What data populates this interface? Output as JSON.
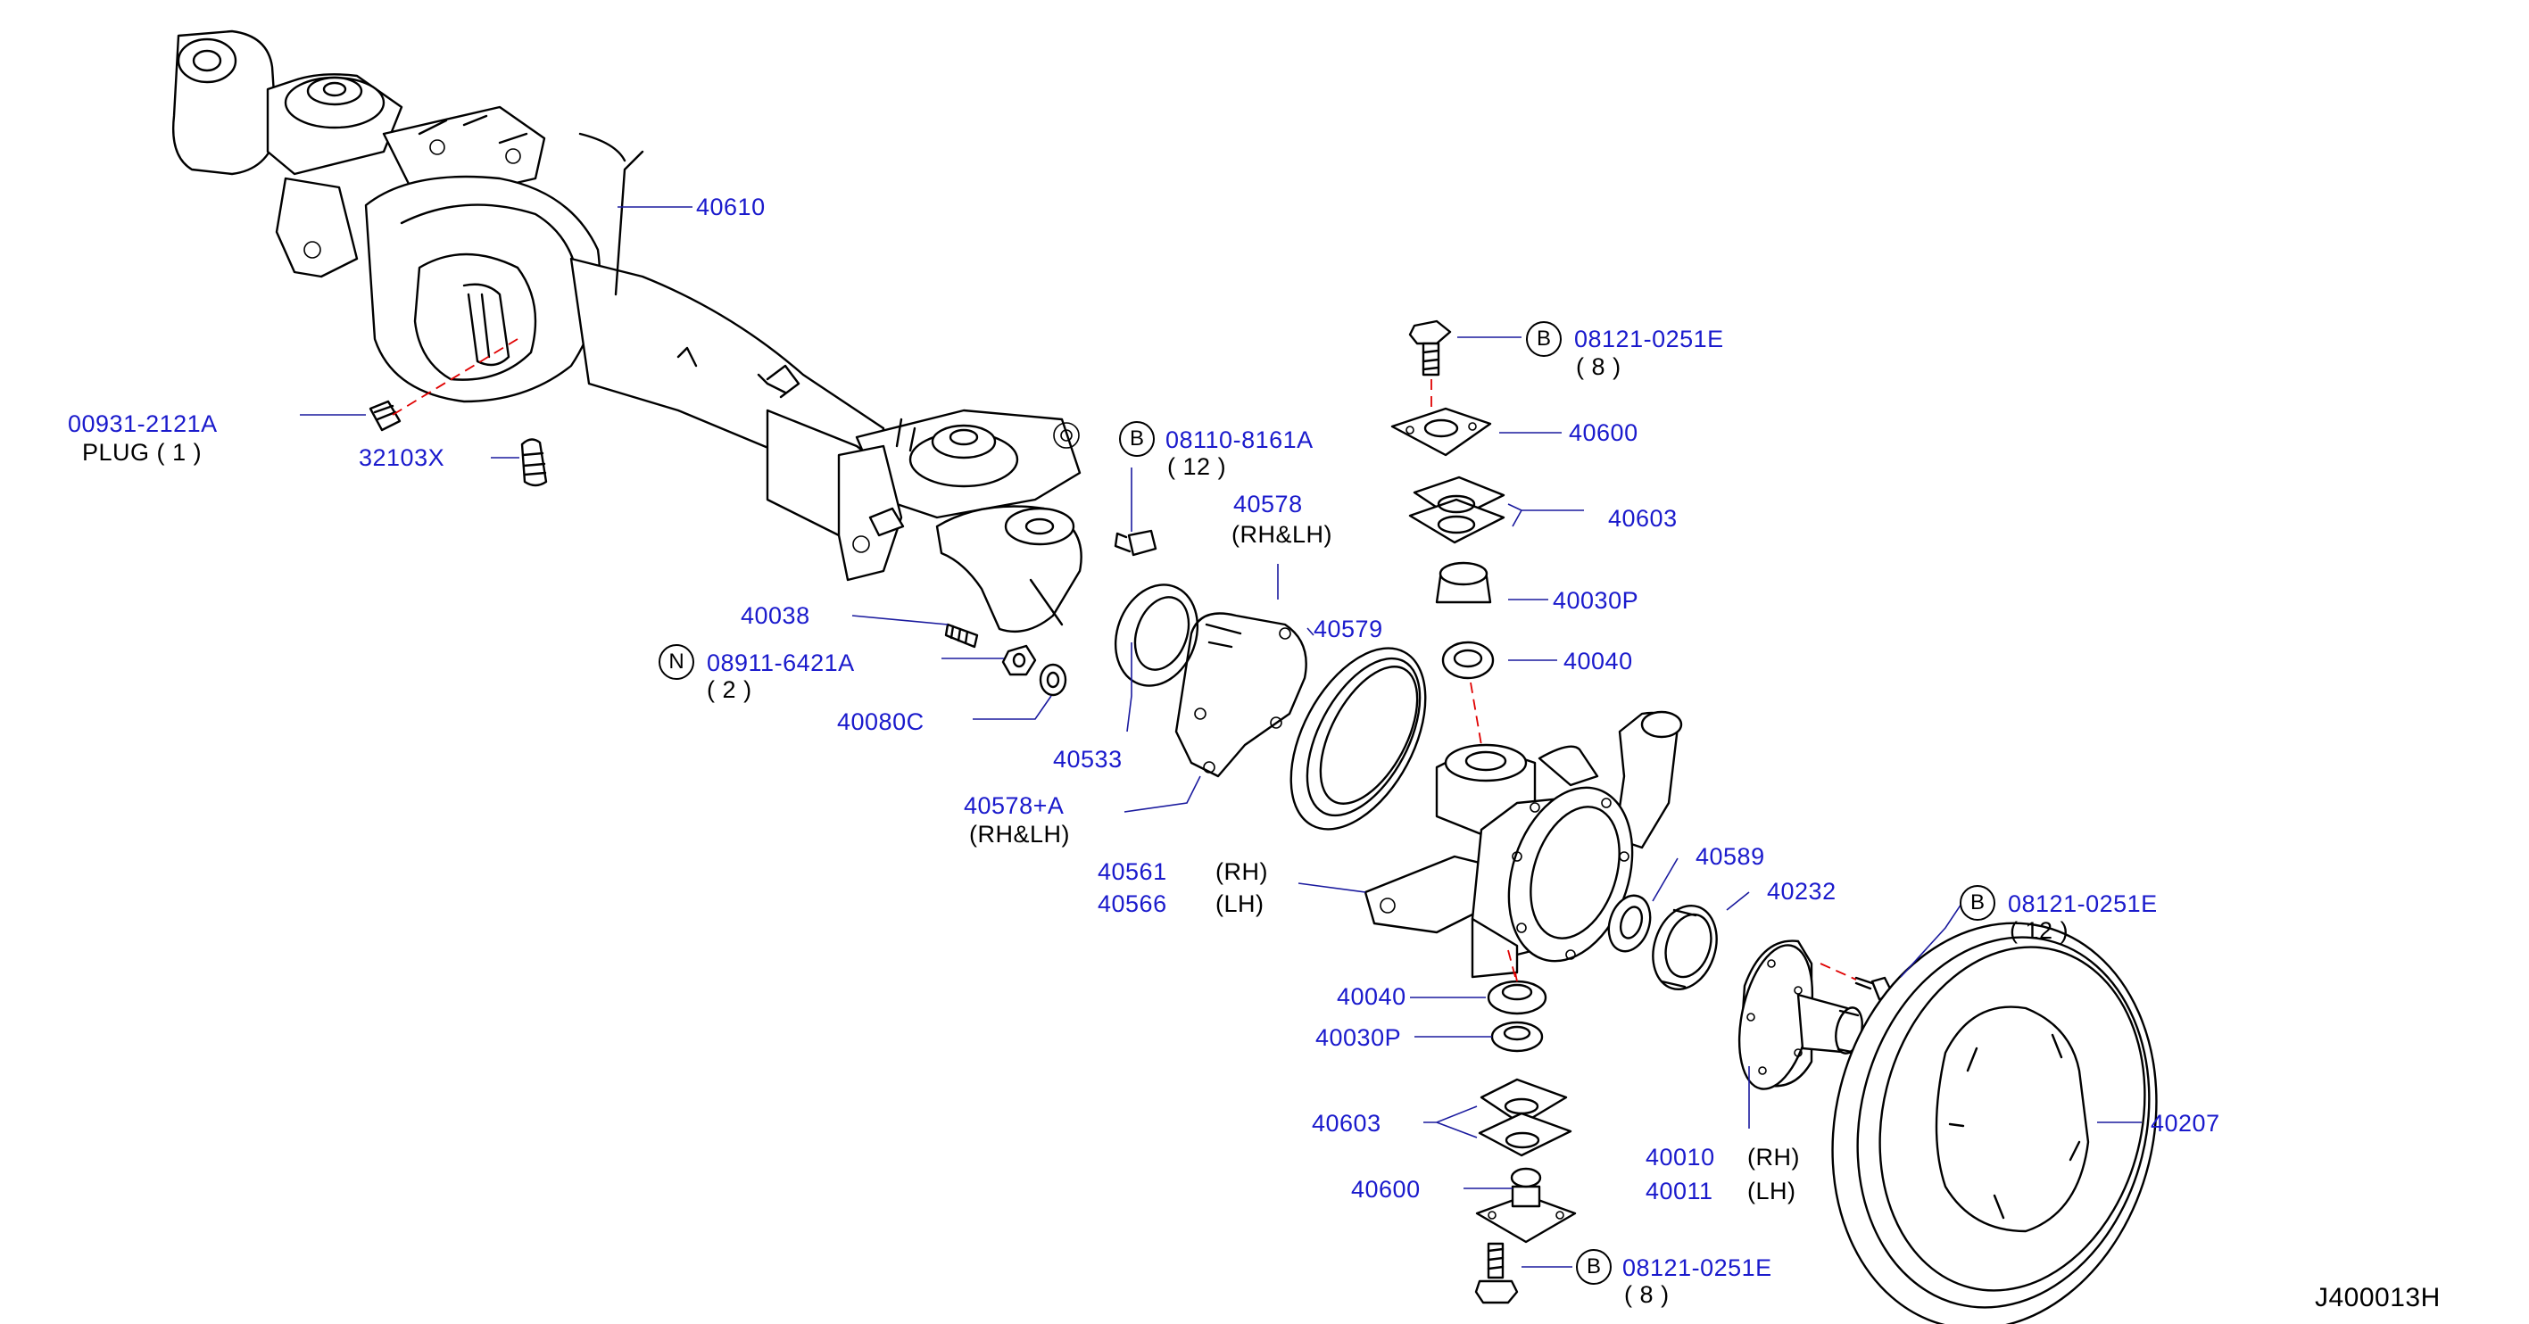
{
  "diagram_id": "J400013H",
  "qty_open": "(",
  "qty_close": ")",
  "badges": {
    "bolt": "B",
    "nut": "N"
  },
  "callouts": {
    "axle_housing": "40610",
    "plug_part": "00931-2121A",
    "plug_desc": "PLUG",
    "plug_qty": "1",
    "breather": "32103X",
    "spindle_bolt": "08110-8161A",
    "spindle_bolt_qty": "12",
    "gasket_40578": "40578",
    "gasket_40578_side": "(RH&LH)",
    "gasket_40578a": "40578+A",
    "gasket_40578a_side": "(RH&LH)",
    "seal_40579": "40579",
    "seal_40533": "40533",
    "stud_40038": "40038",
    "nut_part": "08911-6421A",
    "nut_qty": "2",
    "washer_40080c": "40080C",
    "knuckle_rh": "40561",
    "knuckle_rh_side": "(RH)",
    "knuckle_lh": "40566",
    "knuckle_lh_side": "(LH)",
    "top_bolt": "08121-0251E",
    "top_bolt_qty": "8",
    "top_cap_40600": "40600",
    "top_shim_40603": "40603",
    "top_bearing_40030p": "40030P",
    "top_seal_40040": "40040",
    "bearing_40589": "40589",
    "bearing_40232": "40232",
    "hub_bolt": "08121-0251E",
    "hub_bolt_qty": "12",
    "bottom_seal_40040": "40040",
    "bottom_bearing_40030p": "40030P",
    "bottom_shim_40603": "40603",
    "bottom_cap_40600": "40600",
    "bottom_bolt": "08121-0251E",
    "bottom_bolt_qty": "8",
    "hub_rh": "40010",
    "hub_rh_side": "(RH)",
    "hub_lh": "40011",
    "hub_lh_side": "(LH)",
    "rotor_40207": "40207"
  },
  "colors": {
    "part_number": "#1a1acc",
    "text": "#000000",
    "centerline": "#e00000",
    "leader": "#1a1a9e",
    "line": "#000000"
  }
}
